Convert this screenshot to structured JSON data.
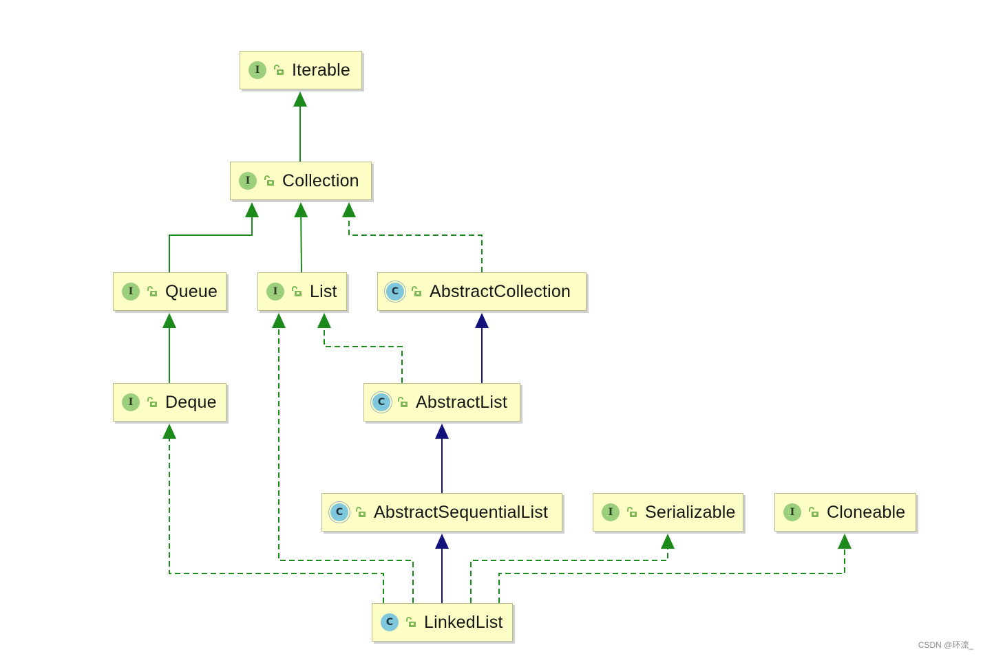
{
  "diagram": {
    "nodes": [
      {
        "id": "iterable",
        "label": "Iterable",
        "kind": "interface",
        "kind_letter": "I"
      },
      {
        "id": "collection",
        "label": "Collection",
        "kind": "interface",
        "kind_letter": "I"
      },
      {
        "id": "queue",
        "label": "Queue",
        "kind": "interface",
        "kind_letter": "I"
      },
      {
        "id": "list",
        "label": "List",
        "kind": "interface",
        "kind_letter": "I"
      },
      {
        "id": "abstract-collection",
        "label": "AbstractCollection",
        "kind": "abstract",
        "kind_letter": "C"
      },
      {
        "id": "deque",
        "label": "Deque",
        "kind": "interface",
        "kind_letter": "I"
      },
      {
        "id": "abstract-list",
        "label": "AbstractList",
        "kind": "abstract",
        "kind_letter": "C"
      },
      {
        "id": "abstract-sequential-list",
        "label": "AbstractSequentialList",
        "kind": "abstract",
        "kind_letter": "C"
      },
      {
        "id": "serializable",
        "label": "Serializable",
        "kind": "interface",
        "kind_letter": "I"
      },
      {
        "id": "cloneable",
        "label": "Cloneable",
        "kind": "interface",
        "kind_letter": "I"
      },
      {
        "id": "linked-list",
        "label": "LinkedList",
        "kind": "class",
        "kind_letter": "C"
      }
    ],
    "edges": [
      {
        "from": "collection",
        "to": "iterable",
        "style": "extends-interface"
      },
      {
        "from": "queue",
        "to": "collection",
        "style": "extends-interface"
      },
      {
        "from": "list",
        "to": "collection",
        "style": "extends-interface"
      },
      {
        "from": "abstract-collection",
        "to": "collection",
        "style": "implements"
      },
      {
        "from": "deque",
        "to": "queue",
        "style": "extends-interface"
      },
      {
        "from": "abstract-list",
        "to": "list",
        "style": "implements"
      },
      {
        "from": "abstract-list",
        "to": "abstract-collection",
        "style": "extends-class"
      },
      {
        "from": "abstract-sequential-list",
        "to": "abstract-list",
        "style": "extends-class"
      },
      {
        "from": "linked-list",
        "to": "abstract-sequential-list",
        "style": "extends-class"
      },
      {
        "from": "linked-list",
        "to": "deque",
        "style": "implements"
      },
      {
        "from": "linked-list",
        "to": "list",
        "style": "implements"
      },
      {
        "from": "linked-list",
        "to": "serializable",
        "style": "implements"
      },
      {
        "from": "linked-list",
        "to": "cloneable",
        "style": "implements"
      }
    ],
    "colors": {
      "node_fill": "#fdfdc6",
      "node_border": "#b9b98a",
      "interface_icon": "#9ccf7d",
      "class_icon": "#7fc7dc",
      "lock_icon": "#7fb957",
      "extends_interface_edge": "#1b8a1b",
      "implements_edge": "#1b8a1b",
      "extends_class_edge": "#12127a"
    },
    "icons": {
      "kind_icon": "kind-badge-icon",
      "visibility_icon": "unlocked-padlock-icon"
    }
  },
  "watermark": {
    "text": "CSDN @环流_"
  }
}
